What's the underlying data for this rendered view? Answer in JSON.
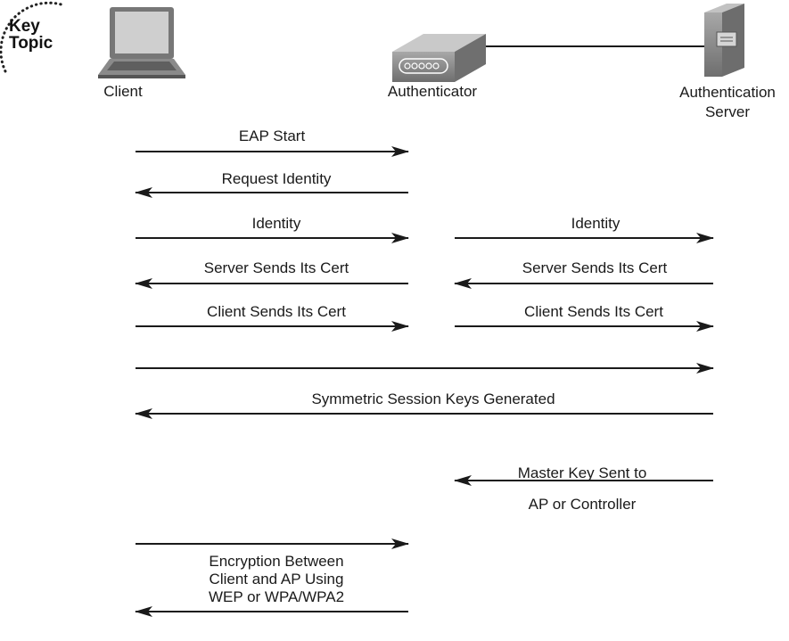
{
  "badge": {
    "line1": "Key",
    "line2": "Topic"
  },
  "nodes": {
    "client": "Client",
    "authenticator": "Authenticator",
    "server_line1": "Authentication",
    "server_line2": "Server"
  },
  "messages": {
    "eap_start": "EAP Start",
    "request_identity": "Request Identity",
    "identity_client": "Identity",
    "identity_server": "Identity",
    "server_cert_left": "Server Sends Its Cert",
    "server_cert_right": "Server Sends Its Cert",
    "client_cert_left": "Client Sends Its Cert",
    "client_cert_right": "Client Sends Its Cert",
    "session_keys": "Symmetric Session Keys Generated",
    "master_key_line1": "Master Key Sent to",
    "master_key_line2": "AP or Controller",
    "encryption_line1": "Encryption Between",
    "encryption_line2": "Client and AP Using",
    "encryption_line3": "WEP or WPA/WPA2"
  },
  "colors": {
    "line": "#1a1a1a",
    "device": "#7f7f7f"
  }
}
